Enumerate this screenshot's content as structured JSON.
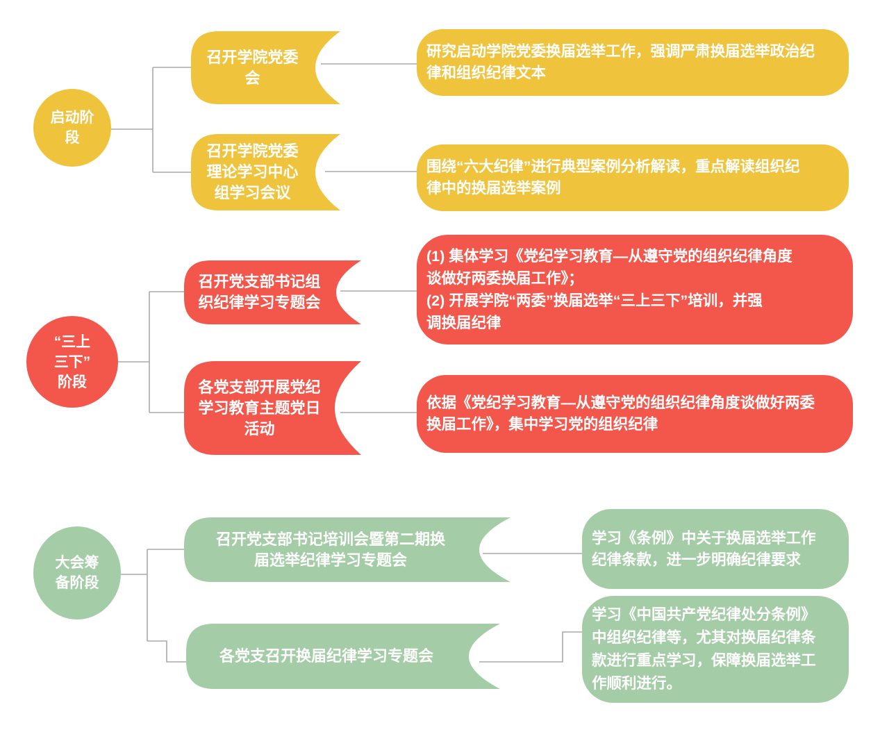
{
  "palette": {
    "yellow": "#F0C33C",
    "red": "#F3564A",
    "green": "#A4CCA6",
    "line": "#A9A9A9",
    "text": "#FFFFFF",
    "bg": "#FFFFFF"
  },
  "sections": [
    {
      "name": "launch-phase",
      "stage_label": "启动阶\n段",
      "nodes": [
        {
          "label": "召开学院党委\n会",
          "detail": "研究启动学院党委换届选举工作，强调严肃换届选举政治纪\n律和组织纪律文本"
        },
        {
          "label": "召开学院党委\n理论学习中心\n组学习会议",
          "detail": "围绕“六大纪律”进行典型案例分析解读，重点解读组织纪\n律中的换届选举案例"
        }
      ]
    },
    {
      "name": "three-up-three-down-phase",
      "stage_label": "“三上\n三下”\n阶段",
      "nodes": [
        {
          "label": "召开党支部书记组\n织纪律学习专题会",
          "detail": "(1) 集体学习《党纪学习教育—从遵守党的组织纪律角度\n谈做好两委换届工作》；\n(2) 开展学院“两委”换届选举“三上三下”培训，并强\n调换届纪律"
        },
        {
          "label": "各党支部开展党纪\n学习教育主题党日\n活动",
          "detail": "依据《党纪学习教育—从遵守党的组织纪律角度谈做好两委\n换届工作》，集中学习党的组织纪律"
        }
      ]
    },
    {
      "name": "congress-preparation-phase",
      "stage_label": "大会筹\n备阶段",
      "nodes": [
        {
          "label": "召开党支部书记培训会暨第二期换\n届选举纪律学习专题会",
          "detail": "学习《条例》中关于换届选举工作\n纪律条款，进一步明确纪律要求"
        },
        {
          "label": "各党支召开换届纪律学习专题会",
          "detail": "学习《中国共产党纪律处分条例》\n中组织纪律等，尤其对换届纪律条\n款进行重点学习，保障换届选举工\n作顺利进行。"
        }
      ]
    }
  ]
}
